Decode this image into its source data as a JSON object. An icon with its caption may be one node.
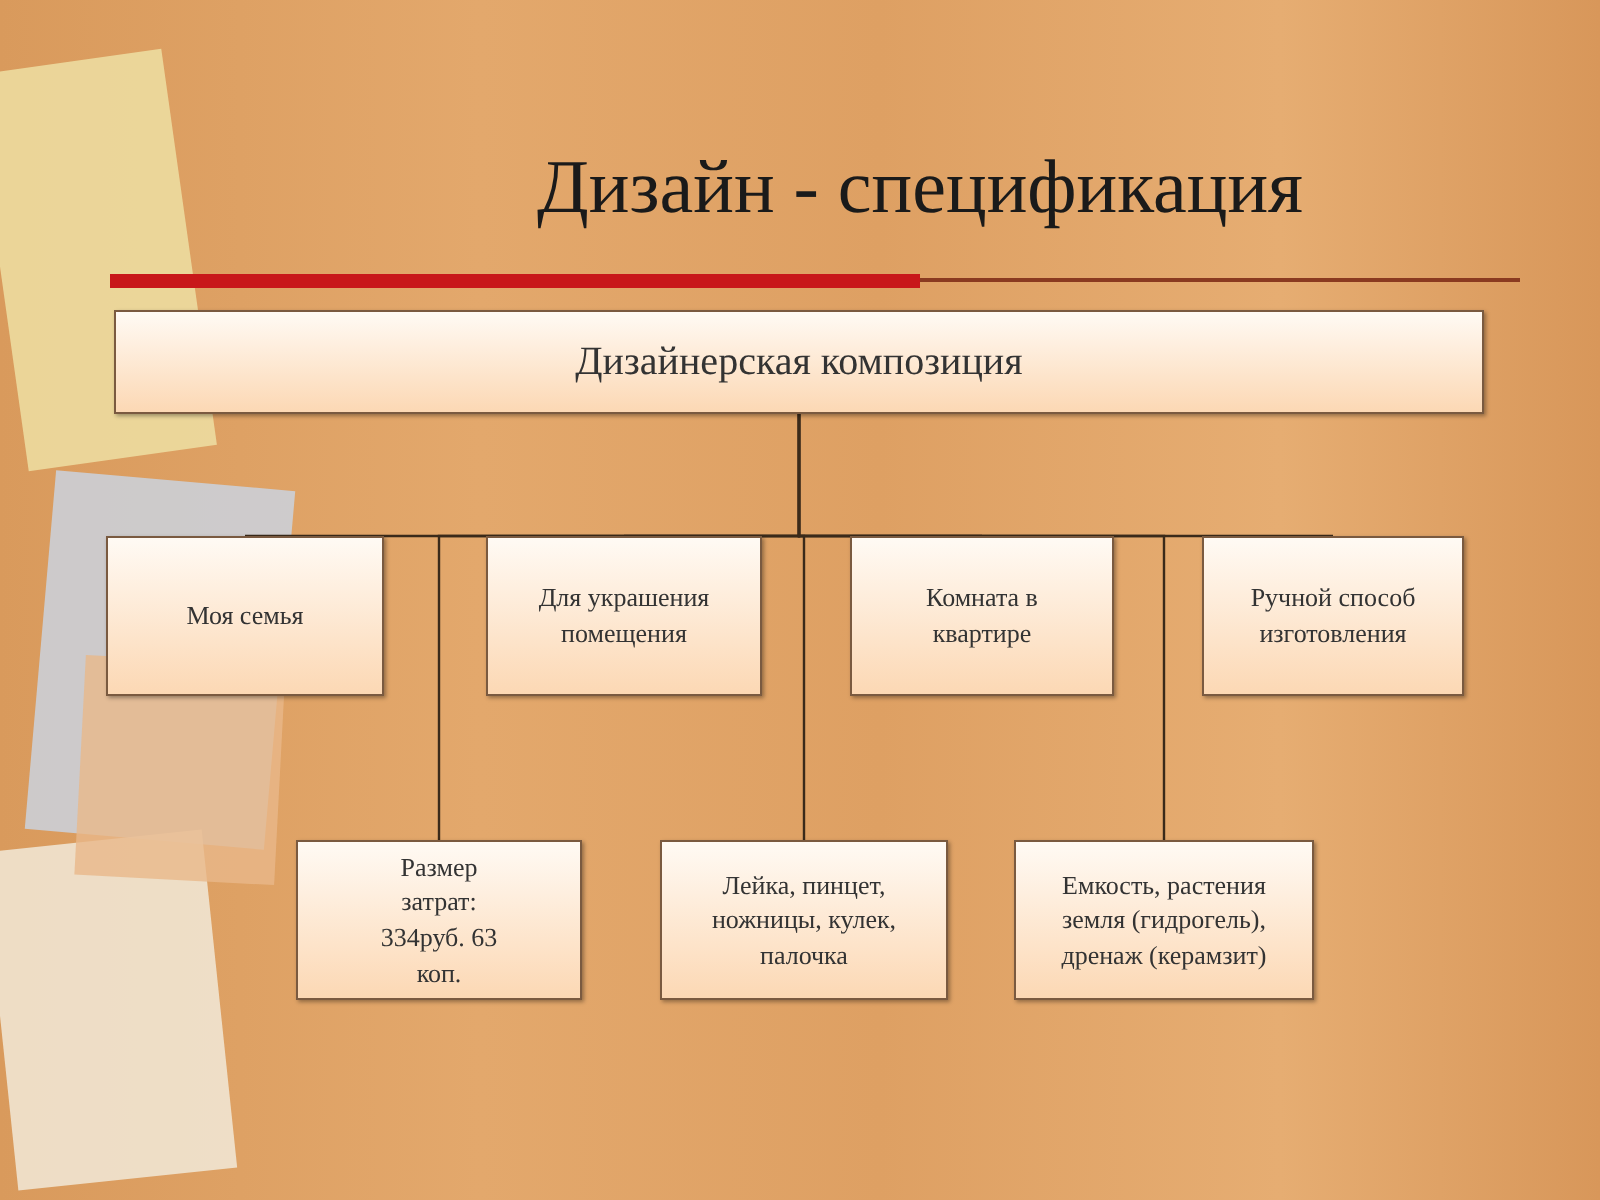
{
  "diagram": {
    "title": "Дизайн - спецификация",
    "nodes": [
      {
        "text": [
          "Дизайнерская композиция"
        ]
      },
      {
        "text": [
          "Моя семья"
        ]
      },
      {
        "text": [
          "Для украшения помещения"
        ]
      },
      {
        "text": [
          "Комната в квартире"
        ]
      },
      {
        "text": [
          "Ручной способ изготовления"
        ]
      },
      {
        "text": [
          "Размер затрат: 334руб. 63 коп."
        ]
      },
      {
        "text": [
          "Лейка, пинцет, ножницы, кулек, палочка"
        ]
      },
      {
        "text": [
          "Емкость, растения земля (гидрогель), дренаж (керамзит)"
        ]
      }
    ],
    "edges": [
      {
        "from": 0,
        "to": 1,
        "arrow": "none"
      },
      {
        "from": 0,
        "to": 2,
        "arrow": "none"
      },
      {
        "from": 0,
        "to": 3,
        "arrow": "none"
      },
      {
        "from": 0,
        "to": 4,
        "arrow": "none"
      },
      {
        "from": 0,
        "to": 5,
        "arrow": "none"
      },
      {
        "from": 0,
        "to": 6,
        "arrow": "none"
      },
      {
        "from": 0,
        "to": 7,
        "arrow": "none"
      }
    ]
  }
}
